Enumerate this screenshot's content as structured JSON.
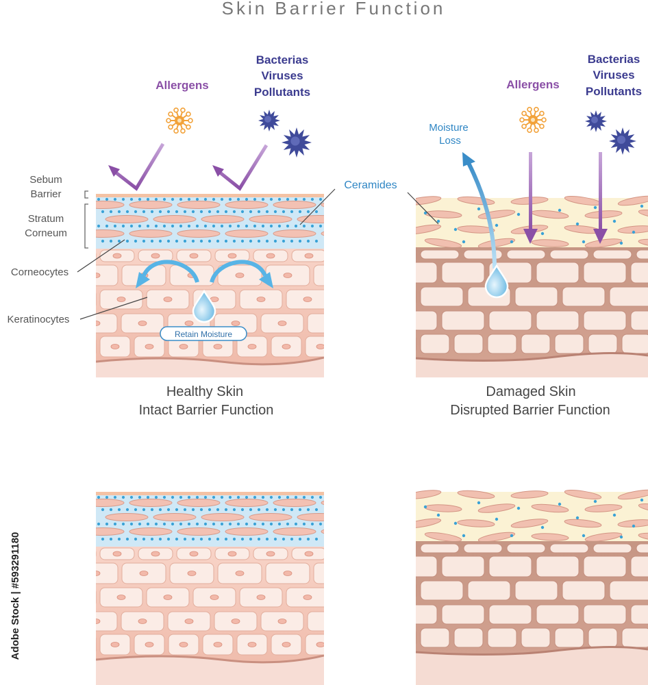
{
  "title": "Skin Barrier Function",
  "healthy": {
    "caption_line1": "Healthy Skin",
    "caption_line2": "Intact Barrier Function",
    "allergens_label": "Allergens",
    "threats_label": [
      "Bacterias",
      "Viruses",
      "Pollutants"
    ],
    "retain_label": "Retain Moisture"
  },
  "damaged": {
    "caption_line1": "Damaged Skin",
    "caption_line2": "Disrupted Barrier Function",
    "allergens_label": "Allergens",
    "threats_label": [
      "Bacterias",
      "Viruses",
      "Pollutants"
    ],
    "moisture_loss_label": [
      "Moisture",
      "Loss"
    ]
  },
  "layer_labels": {
    "sebum": [
      "Sebum",
      "Barrier"
    ],
    "stratum": [
      "Stratum",
      "Corneum"
    ],
    "corneocytes": "Corneocytes",
    "keratinocytes": "Keratinocytes",
    "ceramides": "Ceramides"
  },
  "watermark_side": "Adobe Stock | #593291180",
  "colors": {
    "purple": "#8a4fa6",
    "navy": "#3b3b8f",
    "blue": "#3a8dc8",
    "orange": "#f2a23a",
    "star": "#3f4a9a",
    "skin_light": "#f6c9bd",
    "skin_dark": "#d7a796",
    "cell_fill": "#fbece4",
    "cell_stroke": "#d9a291",
    "ceramide_dot": "#3aa2d6"
  }
}
